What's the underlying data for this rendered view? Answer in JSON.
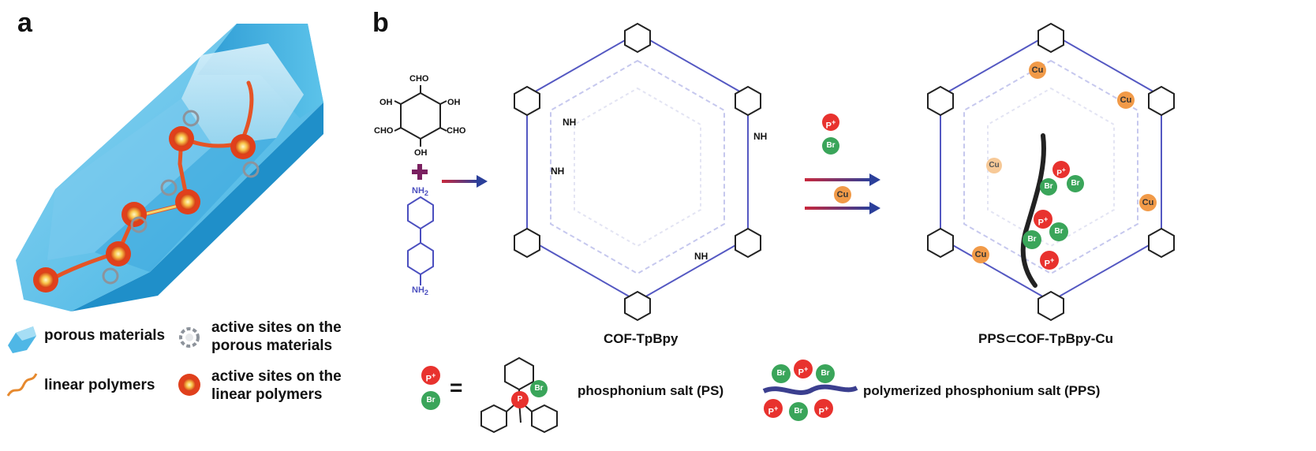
{
  "panels": {
    "a": "a",
    "b": "b"
  },
  "legend": {
    "porous": "porous materials",
    "active_porous": [
      "active sites on the",
      "porous materials"
    ],
    "linear": "linear polymers",
    "active_linear": [
      "active sites on the",
      "linear polymers"
    ]
  },
  "monomers": {
    "cho": "CHO",
    "oh": "OH",
    "nh2": "NH",
    "nh2_sub": "2"
  },
  "frameworks": {
    "nh": "NH",
    "cof_label": "COF-TpBpy",
    "cu_label": "PPS⊂COF-TpBpy-Cu",
    "cu": "Cu"
  },
  "ions": {
    "p": "P",
    "p_sup": "+",
    "br": "Br"
  },
  "bottom": {
    "equals": "=",
    "ps_label": "phosphonium salt (PS)",
    "pps_label": "polymerized phosphonium salt (PPS)"
  },
  "colors": {
    "crystal_light": "#a9def3",
    "crystal_mid": "#5fc0e8",
    "crystal_dark": "#1e8fc9",
    "bipyridine": "#4b4fbf",
    "framework": "#222222",
    "arrow_red": "#c8283c",
    "arrow_blue": "#2b3f9a",
    "p_sphere": "#e8322e",
    "br_sphere": "#3aa55a",
    "cu_sphere": "#f19a48",
    "plus_purple": "#7a2060"
  }
}
